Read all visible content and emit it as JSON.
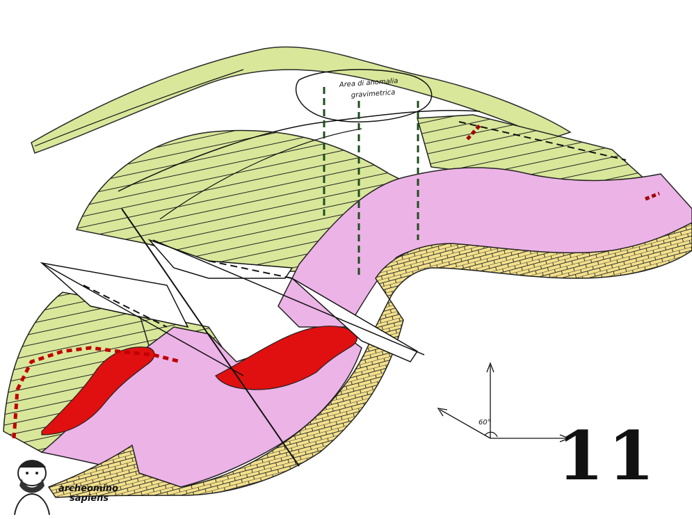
{
  "annotation": {
    "area_line1": "Area di anomalia",
    "area_line2": "gravimetrica"
  },
  "angle_label": "60°",
  "plate_number": "11",
  "brand": {
    "line1": "archeomino",
    "line2": "sapiens"
  },
  "colors": {
    "green_fill": "#d9e79a",
    "pink_fill": "#ecb3e6",
    "red_fill": "#e01010",
    "limestone_fill": "#f0e28a",
    "ink": "#111111",
    "dashed_green": "#1e4d1e"
  }
}
